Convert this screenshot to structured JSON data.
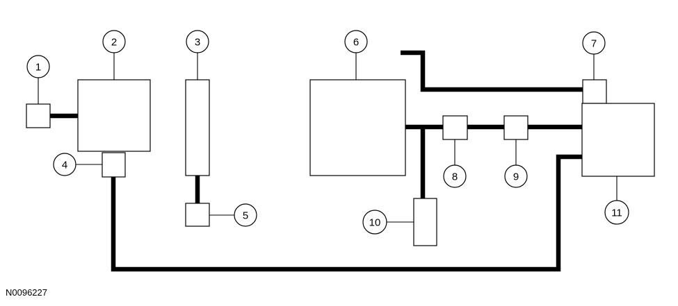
{
  "diagram": {
    "callouts": [
      "1",
      "2",
      "3",
      "4",
      "5",
      "6",
      "7",
      "8",
      "9",
      "10",
      "11"
    ],
    "figure_id": "N0096227"
  }
}
